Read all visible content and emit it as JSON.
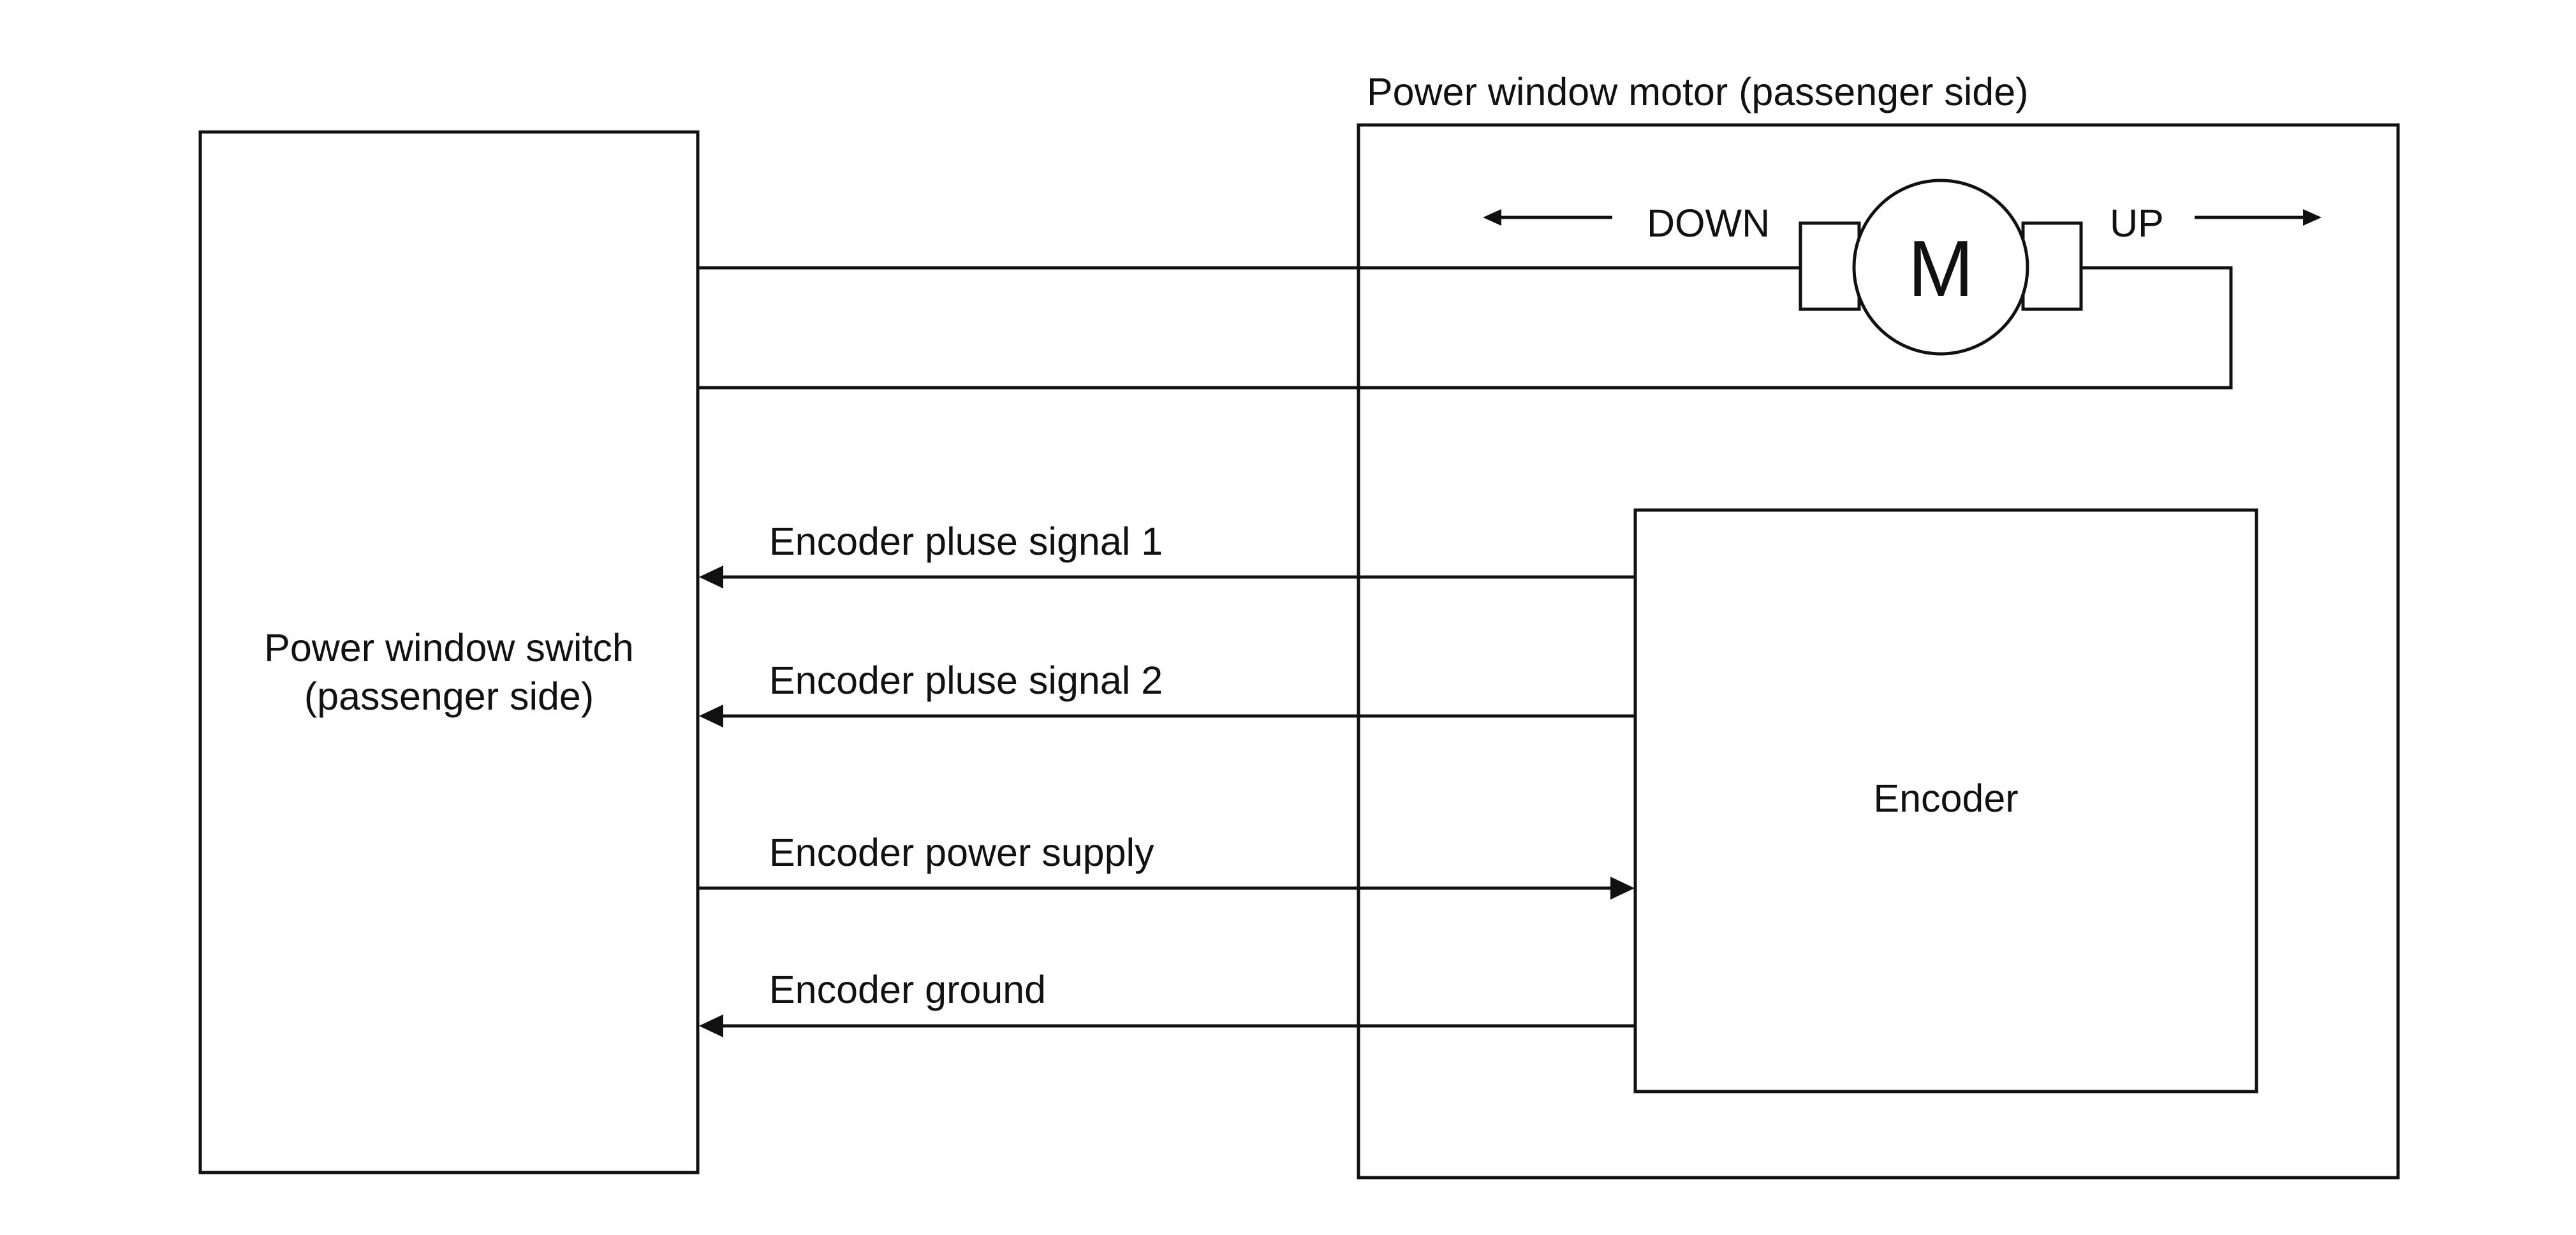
{
  "switch_block": {
    "line1": "Power window switch",
    "line2": "(passenger side)"
  },
  "motor_block": {
    "title": "Power window motor (passenger side)",
    "motor_symbol": "M",
    "down_label": "DOWN",
    "up_label": "UP"
  },
  "encoder_block": {
    "label": "Encoder"
  },
  "signals": [
    {
      "label": "Encoder pluse signal 1",
      "direction": "to-switch"
    },
    {
      "label": "Encoder pluse signal 2",
      "direction": "to-switch"
    },
    {
      "label": "Encoder power supply",
      "direction": "to-encoder"
    },
    {
      "label": "Encoder ground",
      "direction": "to-switch"
    }
  ],
  "colors": {
    "line": "#111111",
    "background": "#ffffff"
  }
}
